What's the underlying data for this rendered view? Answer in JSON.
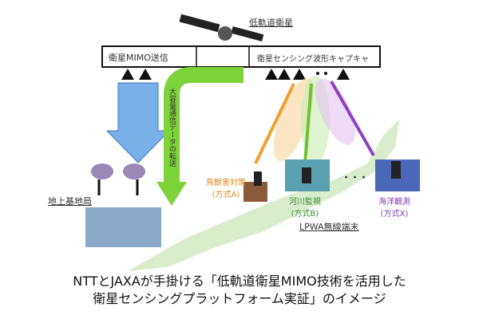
{
  "satellite": {
    "label": "低軌道衛星"
  },
  "bar": {
    "left_label": "衛星MIMO送信",
    "right_label": "衛星センシング波形キャプキャ"
  },
  "transfer": {
    "label": "大容量通信データの転送"
  },
  "ground": {
    "label": "地上基地局"
  },
  "terminals": {
    "group_label": "LPWA無線端末",
    "items": [
      {
        "name": "鳥獣害対策",
        "mode": "(方式A)",
        "color": "#f0a030"
      },
      {
        "name": "河川監視",
        "mode": "(方式B)",
        "color": "#70c030"
      },
      {
        "name": "海洋観測",
        "mode": "(方式X)",
        "color": "#9040c0"
      }
    ],
    "ellipsis": "・・・"
  },
  "caption": {
    "line1": "NTTとJAXAが手掛ける「低軌道衛星MIMO技術を活用した",
    "line2": "衛星センシングプラットフォーム実証」のイメージ"
  }
}
